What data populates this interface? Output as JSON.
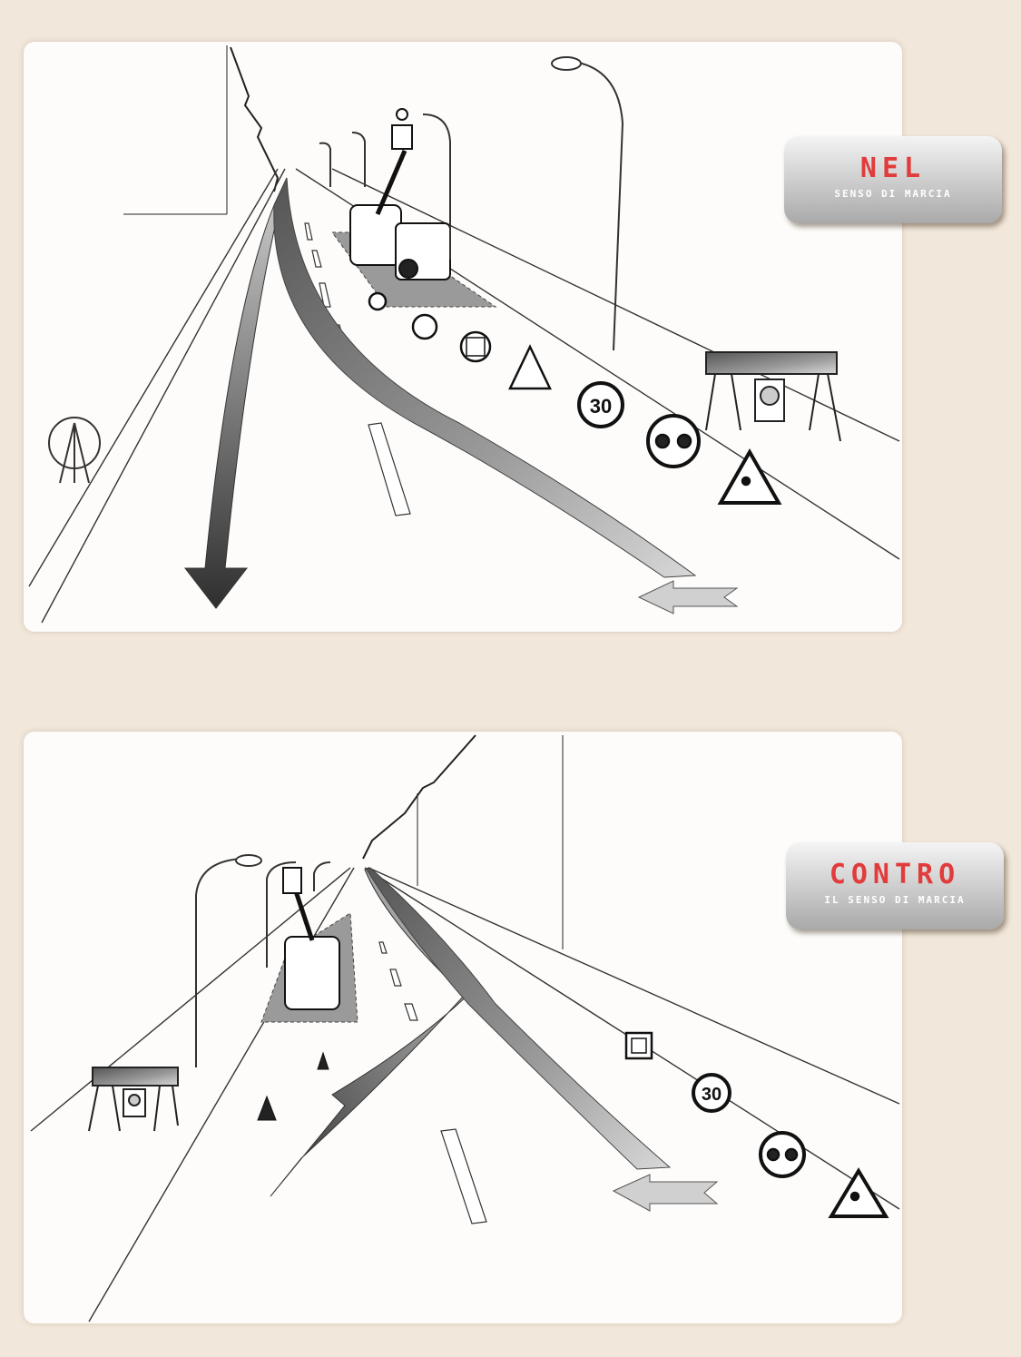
{
  "badges": {
    "top": {
      "title": "NEL",
      "subtitle": "SENSO DI MARCIA"
    },
    "bottom": {
      "title": "CONTRO",
      "subtitle": "IL SENSO DI MARCIA"
    }
  },
  "signs": {
    "speed_limit": "30"
  },
  "colors": {
    "background": "#f1e7da",
    "badge_title": "#e23b3b",
    "arrow": "#3a3a3a"
  }
}
